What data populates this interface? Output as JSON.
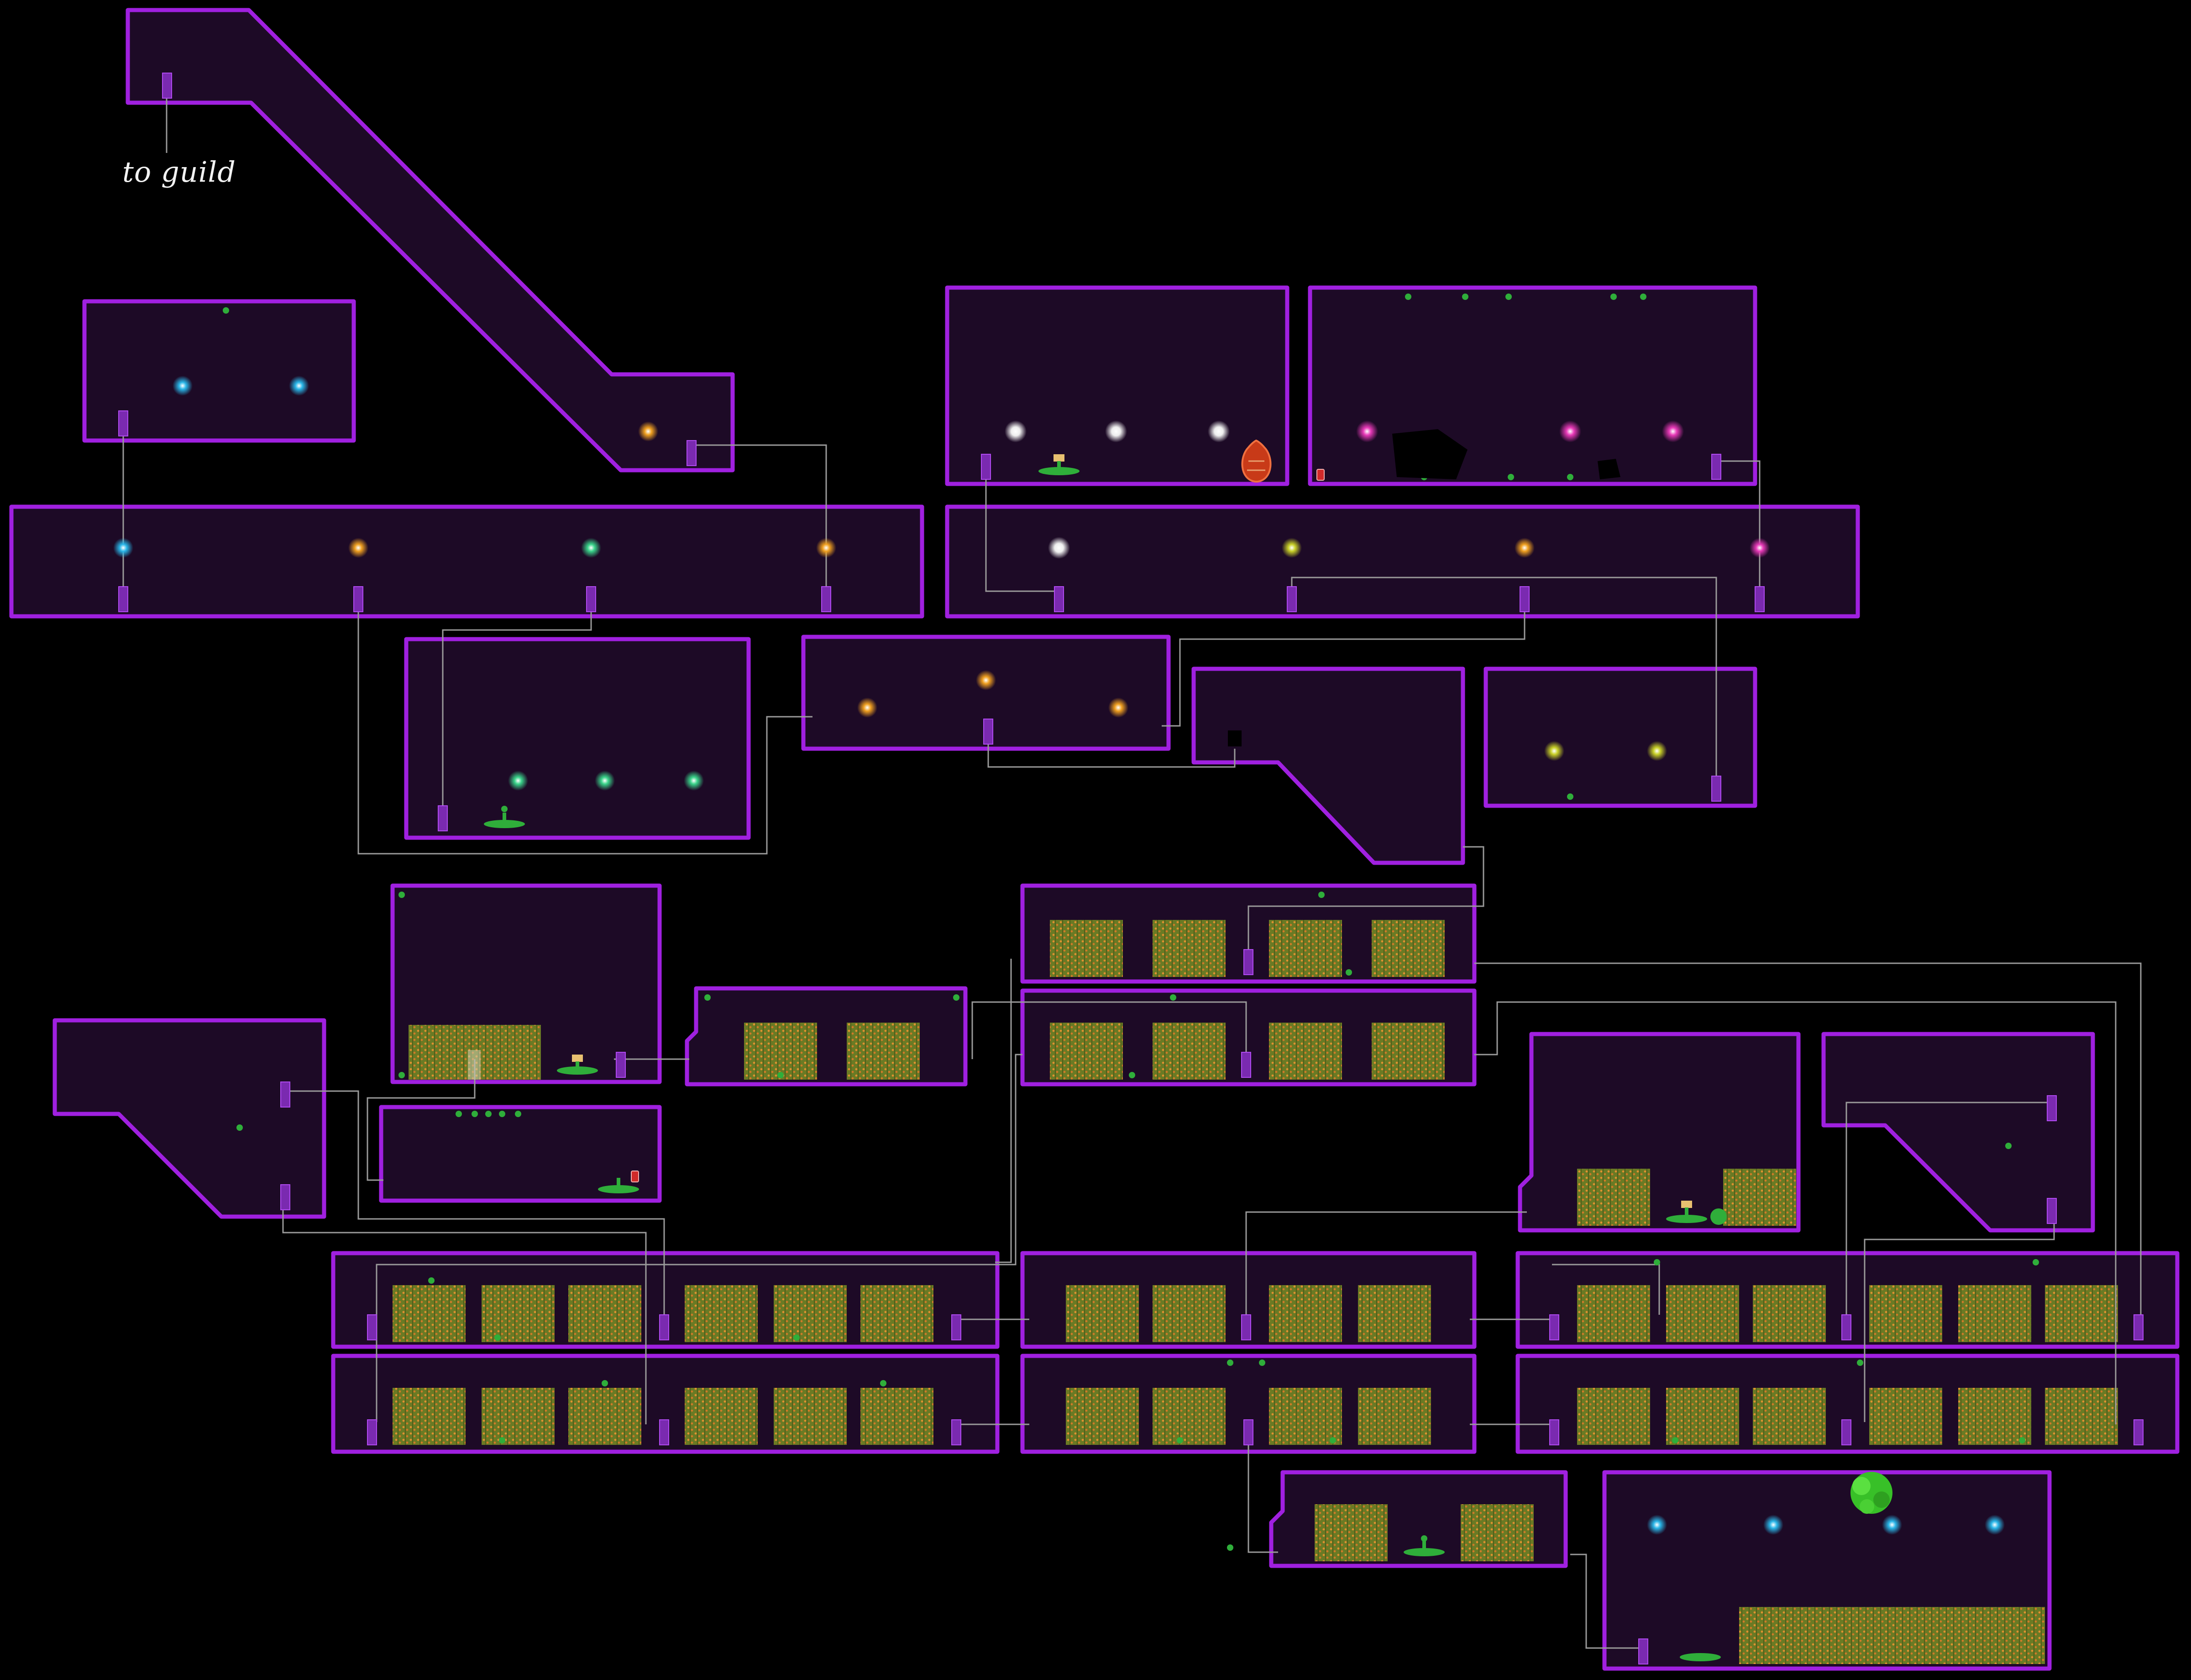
{
  "map": {
    "exit_label": "to guild",
    "colors": {
      "background": "#000000",
      "room_fill": "#1d0a26",
      "wall": "#a020e0",
      "crop": "#7a8a2a",
      "crop_dot": "#e09030",
      "connector": "#9a9a9a",
      "foliage": "#2fae3a",
      "door": "#7a2ab0"
    },
    "orb_colors": {
      "blue": "#29b6e8",
      "orange": "#f0a020",
      "green": "#3ad38a",
      "white": "#f4f4f4",
      "magenta": "#e83ab8",
      "yellow": "#c8d028"
    },
    "legend_icons": [
      "room",
      "door",
      "light-orb",
      "crop-field",
      "item-pedestal",
      "egg-sac",
      "potion",
      "slime-blob"
    ]
  }
}
